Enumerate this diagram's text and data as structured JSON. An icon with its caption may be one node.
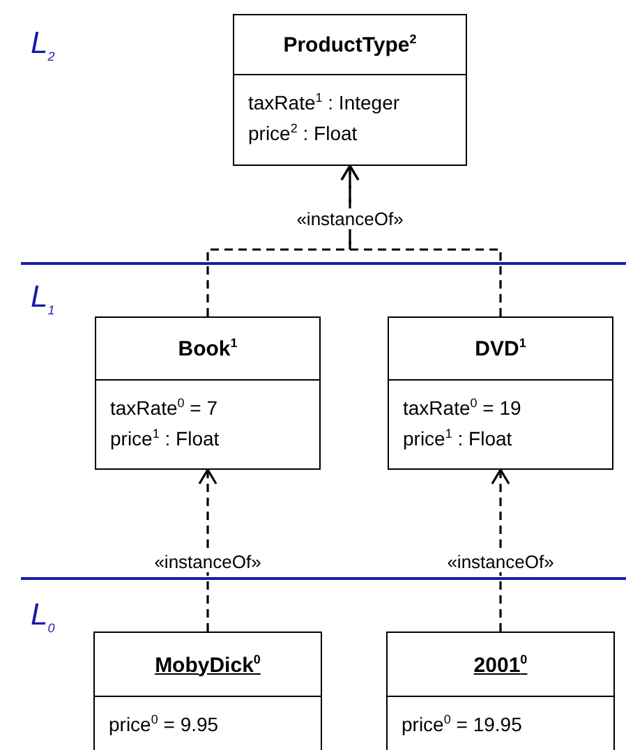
{
  "diagram": {
    "nodes": [
      {
        "text": [
          "ProductType$^{2}$",
          "taxRate$^{1}$ : Integer",
          "price$^{2}$ : Float"
        ]
      },
      {
        "text": [
          "Book$^{1}$",
          "taxRate$^{0}$ = 7",
          "price$^{1}$ : Float"
        ]
      },
      {
        "text": [
          "DVD$^{1}$",
          "taxRate$^{0}$ = 19",
          "price$^{1}$ : Float"
        ]
      },
      {
        "text": [
          "MobyDick$^{0}$",
          "price$^{0}$ = 9.95"
        ]
      },
      {
        "text": [
          "2001$^{0}$",
          "price$^{0}$ = 19.95"
        ]
      }
    ],
    "edges": [
      {
        "from": 1,
        "to": 0,
        "arrow": "to",
        "style": "dashed",
        "label": "«instanceOf»"
      },
      {
        "from": 2,
        "to": 0,
        "arrow": "to",
        "style": "dashed"
      },
      {
        "from": 3,
        "to": 1,
        "arrow": "to",
        "style": "dashed",
        "label": "«instanceOf»"
      },
      {
        "from": 4,
        "to": 2,
        "arrow": "to",
        "style": "dashed",
        "label": "«instanceOf»"
      }
    ],
    "labels": [
      "L$_{2}$",
      "L$_{1}$",
      "L$_{0}$"
    ]
  }
}
